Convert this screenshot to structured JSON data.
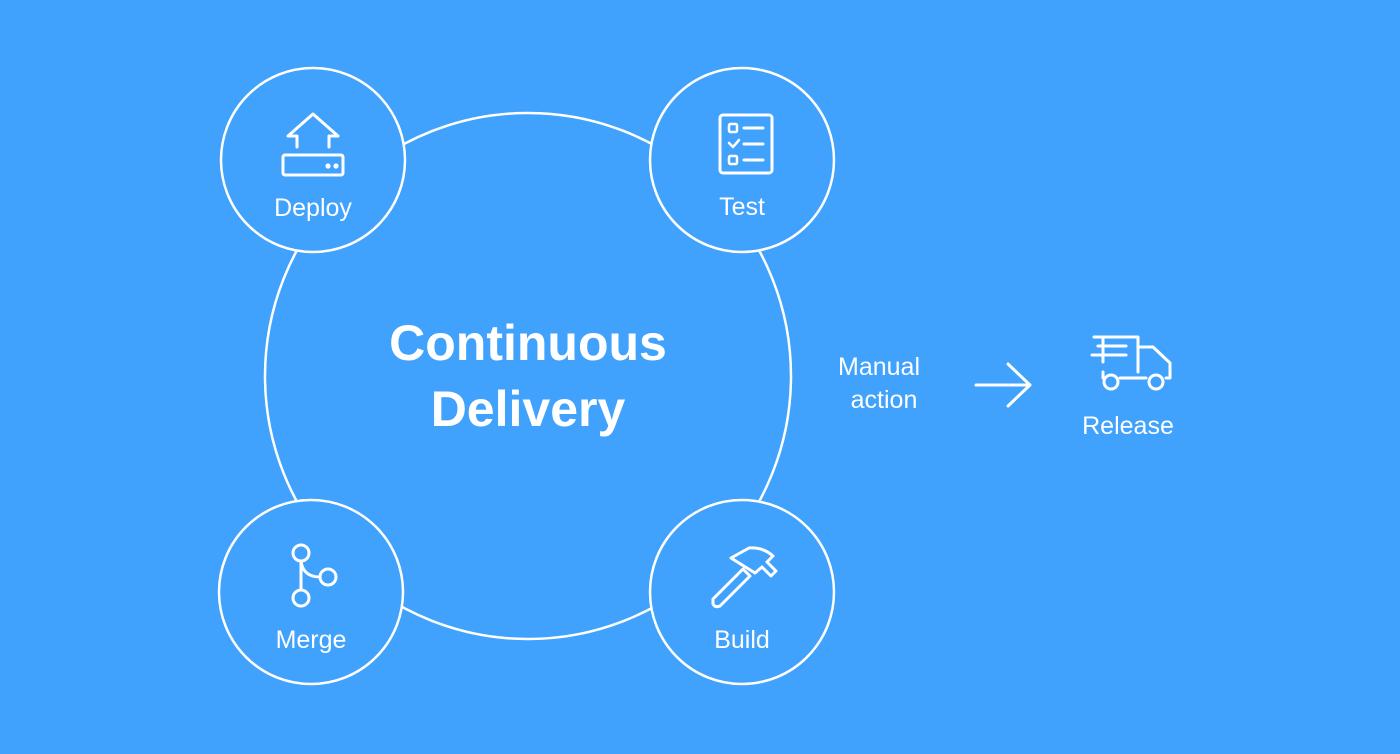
{
  "background_color": "#40a2fc",
  "foreground_color": "#ffffff",
  "center": {
    "title_line1": "Continuous",
    "title_line2": "Delivery"
  },
  "stages": {
    "deploy": {
      "label": "Deploy",
      "icon": "upload-arrow-icon"
    },
    "test": {
      "label": "Test",
      "icon": "checklist-icon"
    },
    "merge": {
      "label": "Merge",
      "icon": "git-merge-icon"
    },
    "build": {
      "label": "Build",
      "icon": "hammer-icon"
    }
  },
  "transition": {
    "line1": "Manual",
    "line2": "action",
    "icon": "arrow-right-icon"
  },
  "release": {
    "label": "Release",
    "icon": "delivery-truck-icon"
  }
}
